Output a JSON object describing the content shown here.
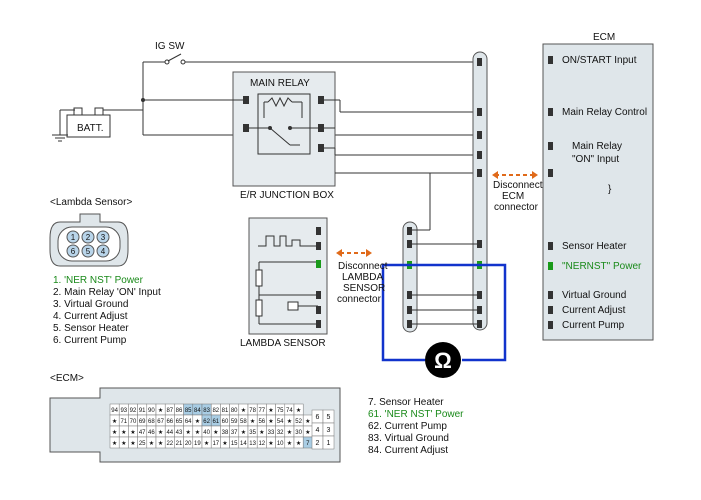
{
  "labels": {
    "ig_sw": "IG SW",
    "batt": "BATT.",
    "main_relay": "MAIN RELAY",
    "er_junction": "E/R JUNCTION BOX",
    "lambda_sensor_header": "<Lambda Sensor>",
    "lambda_sensor": "LAMBDA SENSOR",
    "disconnect_lambda": [
      "Disconnect",
      "LAMBDA",
      "SENSOR",
      "connector"
    ],
    "disconnect_ecm": [
      "Disconnect",
      "ECM",
      "connector"
    ],
    "ecm": "ECM",
    "ecm_header": "<ECM>",
    "ohm": "Ω"
  },
  "ecm_pins": [
    {
      "label": "ON/START Input"
    },
    {
      "label": "Main Relay Control"
    },
    {
      "label": "Main Relay"
    },
    {
      "label": "\"ON\" Input"
    },
    {
      "label": "Sensor Heater"
    },
    {
      "label": "\"NERNST\" Power",
      "color": "#1a8a1a"
    },
    {
      "label": "Virtual Ground"
    },
    {
      "label": "Current Adjust"
    },
    {
      "label": "Current Pump"
    }
  ],
  "lambda_pin_list": [
    {
      "text": "1. 'NER NST' Power",
      "color": "#1a8a1a"
    },
    {
      "text": "2. Main Relay 'ON' Input"
    },
    {
      "text": "3. Virtual Ground"
    },
    {
      "text": "4. Current Adjust"
    },
    {
      "text": "5. Sensor Heater"
    },
    {
      "text": "6. Current Pump"
    }
  ],
  "ecm_pin_list": [
    {
      "text": "7. Sensor Heater"
    },
    {
      "text": "61. 'NER NST' Power",
      "color": "#1a8a1a"
    },
    {
      "text": "62. Current Pump"
    },
    {
      "text": "83. Virtual Ground"
    },
    {
      "text": "84. Current Adjust"
    }
  ],
  "lambda_connector_pins": [
    "1",
    "2",
    "3",
    "6",
    "5",
    "4"
  ],
  "ecm_connector_rows": [
    [
      "94",
      "93",
      "92",
      "91",
      "90",
      "★",
      "87",
      "86",
      "85",
      "84",
      "83",
      "82",
      "81",
      "80",
      "★",
      "78",
      "77",
      "★",
      "75",
      "74",
      "★"
    ],
    [
      "★",
      "71",
      "70",
      "69",
      "68",
      "67",
      "66",
      "65",
      "64",
      "★",
      "62",
      "61",
      "60",
      "59",
      "58",
      "★",
      "56",
      "★",
      "54",
      "★",
      "52",
      "★"
    ],
    [
      "★",
      "★",
      "★",
      "47",
      "46",
      "★",
      "44",
      "43",
      "★",
      "★",
      "40",
      "★",
      "38",
      "37",
      "★",
      "35",
      "★",
      "33",
      "32",
      "★",
      "30",
      "★"
    ],
    [
      "★",
      "★",
      "★",
      "25",
      "★",
      "★",
      "22",
      "21",
      "20",
      "19",
      "★",
      "17",
      "★",
      "15",
      "14",
      "13",
      "12",
      "★",
      "10",
      "★",
      "★",
      "7"
    ]
  ],
  "ecm_connector_side": [
    "6",
    "5",
    "4",
    "3",
    "2",
    "1"
  ]
}
